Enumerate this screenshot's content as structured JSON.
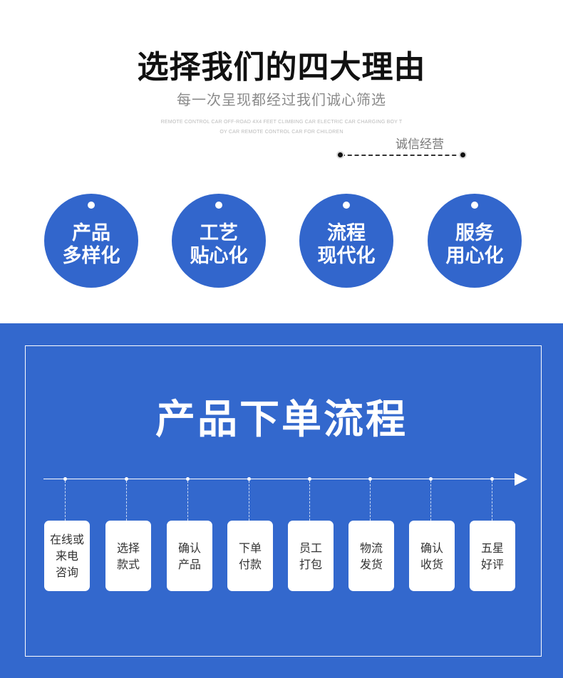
{
  "header": {
    "title": "选择我们的四大理由",
    "subtitle": "每一次呈现都经过我们诚心筛选",
    "english_line1": "REMOTE CONTROL CAR OFF-ROAD 4X4 FEET CLIMBING CAR ELECTRIC CAR CHARGING BOY T",
    "english_line2": "OY CAR REMOTE CONTROL CAR FOR CHILDREN",
    "slogan": "诚信经营"
  },
  "reasons": [
    {
      "line1": "产品",
      "line2": "多样化"
    },
    {
      "line1": "工艺",
      "line2": "贴心化"
    },
    {
      "line1": "流程",
      "line2": "现代化"
    },
    {
      "line1": "服务",
      "line2": "用心化"
    }
  ],
  "flow": {
    "title": "产品下单流程",
    "steps": [
      {
        "line1": "在线或",
        "line2": "来电",
        "line3": "咨询"
      },
      {
        "line1": "选择",
        "line2": "款式",
        "line3": ""
      },
      {
        "line1": "确认",
        "line2": "产品",
        "line3": ""
      },
      {
        "line1": "下单",
        "line2": "付款",
        "line3": ""
      },
      {
        "line1": "员工",
        "line2": "打包",
        "line3": ""
      },
      {
        "line1": "物流",
        "line2": "发货",
        "line3": ""
      },
      {
        "line1": "确认",
        "line2": "收货",
        "line3": ""
      },
      {
        "line1": "五星",
        "line2": "好评",
        "line3": ""
      }
    ]
  },
  "colors": {
    "brand_blue": "#3368cd",
    "circle_blue": "#3266cc",
    "title_black": "#111111",
    "subtitle_gray": "#8a8a8a"
  }
}
